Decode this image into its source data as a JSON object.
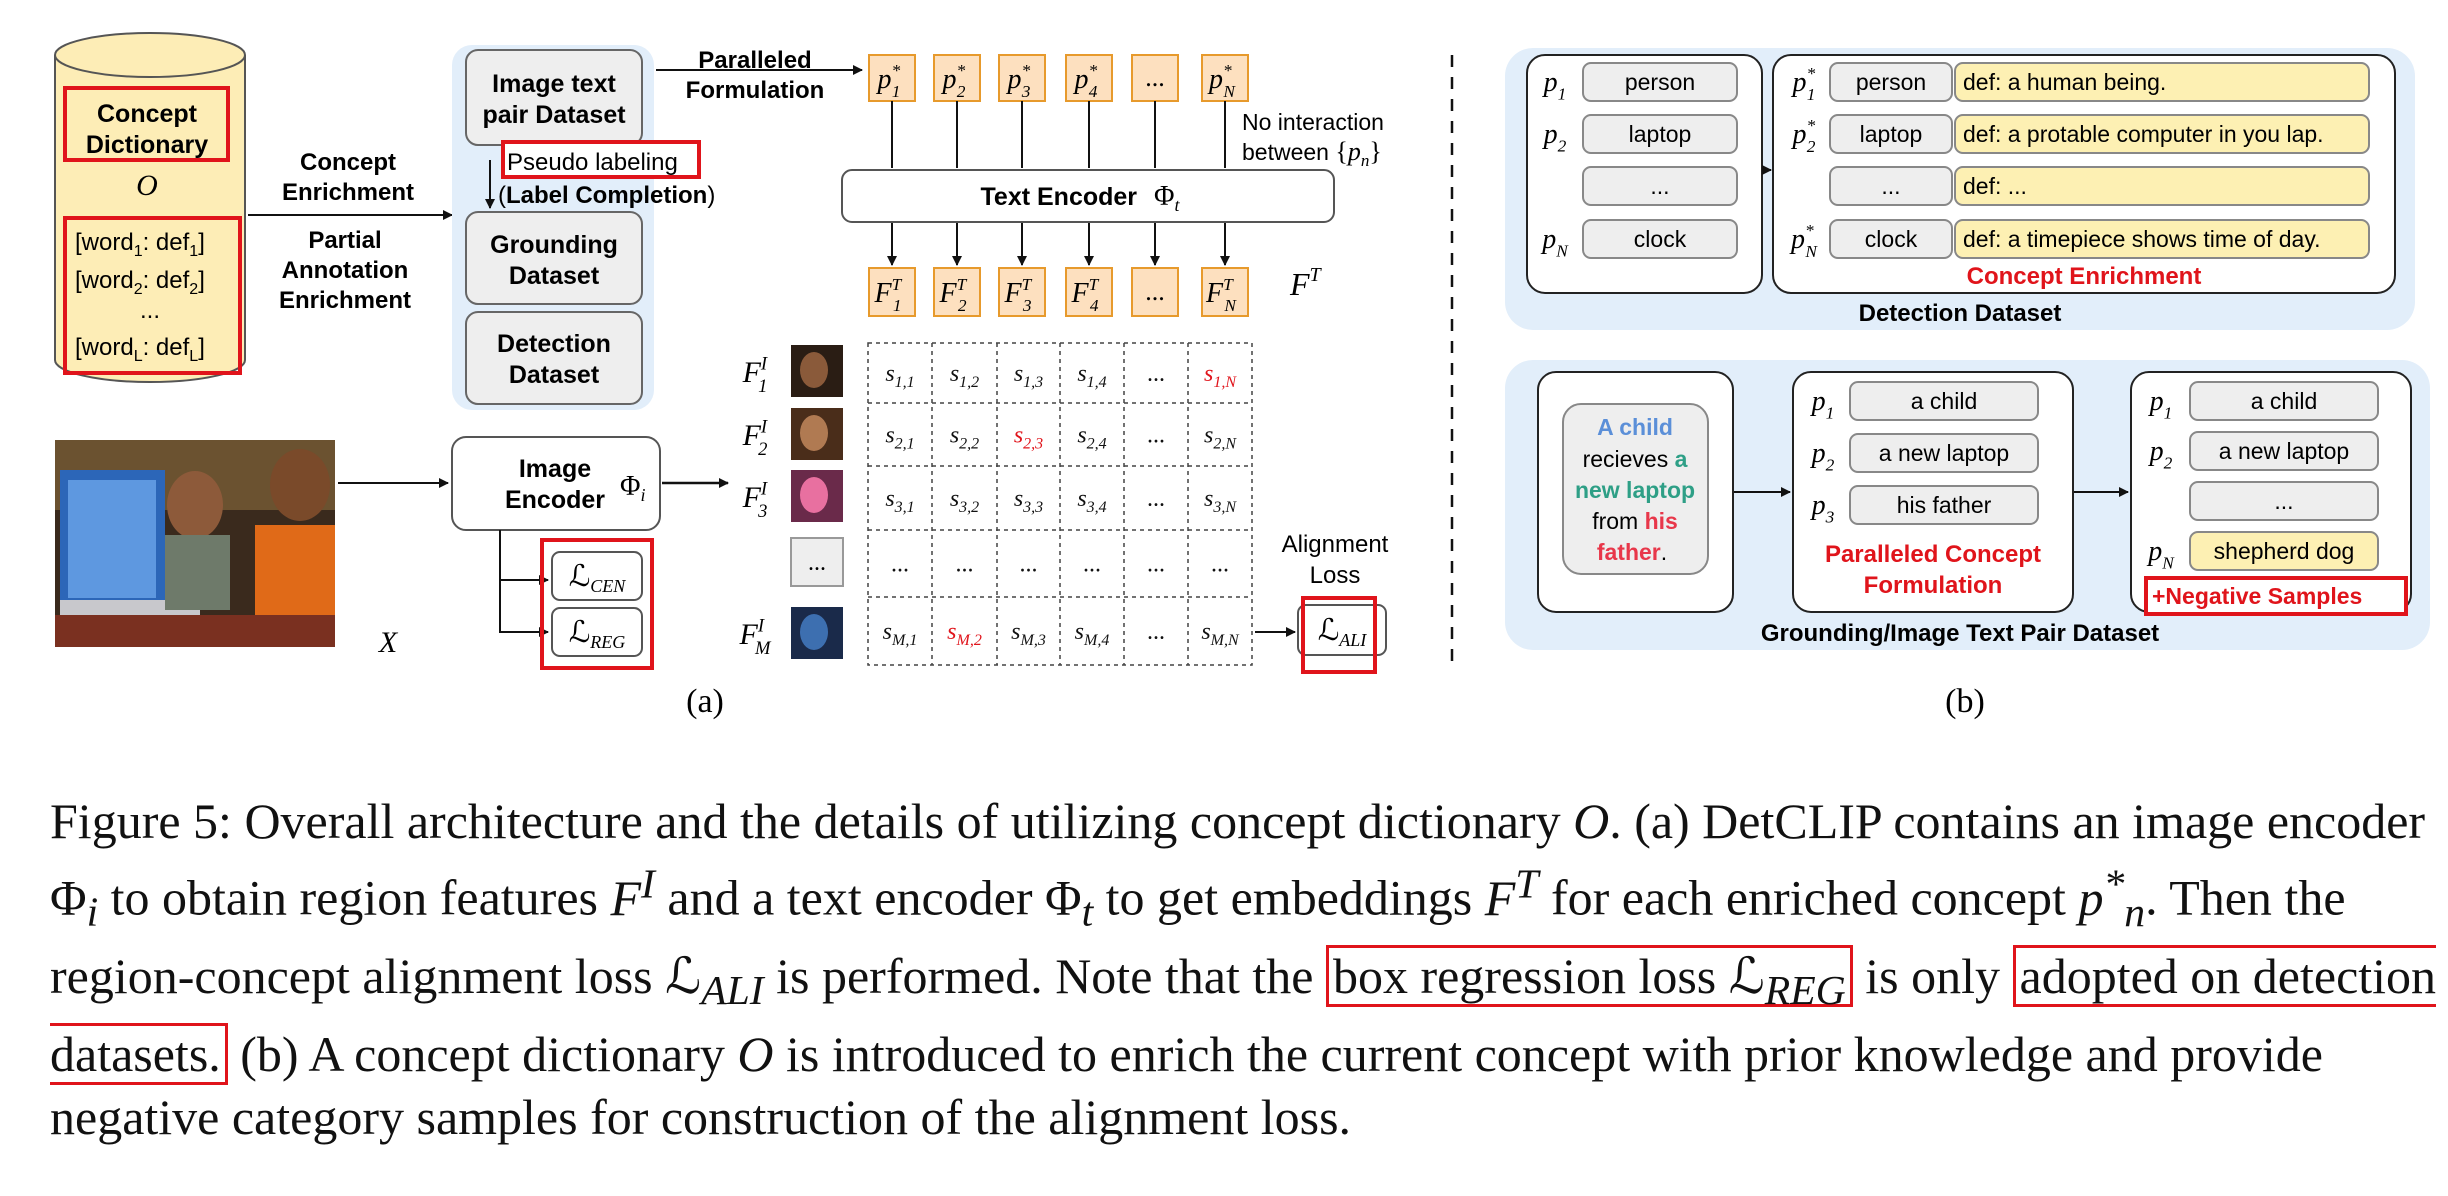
{
  "panel_a": {
    "dictionary": {
      "title": "Concept Dictionary",
      "symbol": "O",
      "entries": [
        "[word1: def1]",
        "[word2: def2]",
        "...",
        "[wordL: defL]"
      ]
    },
    "flow_labels": {
      "concept_enrichment": [
        "Concept",
        "Enrichment"
      ],
      "partial_annotation": [
        "Partial",
        "Annotation",
        "Enrichment"
      ],
      "paralleled_formulation": [
        "Paralleled",
        "Formulation"
      ],
      "no_interaction": "No interaction",
      "between": "between",
      "pn_set": "{pn}"
    },
    "datasets": {
      "image_text_pair": [
        "Image text",
        "pair Dataset"
      ],
      "pseudo_labeling": "Pseudo labeling",
      "label_completion": "(Label Completion)",
      "grounding": [
        "Grounding",
        "Dataset"
      ],
      "detection": [
        "Detection",
        "Dataset"
      ]
    },
    "text_encoder": {
      "label": "Text Encoder",
      "symbol": "Φt"
    },
    "image_encoder": {
      "label": [
        "Image",
        "Encoder"
      ],
      "symbol": "Φi"
    },
    "prompts": [
      "p*1",
      "p*2",
      "p*3",
      "p*4",
      "...",
      "p*N"
    ],
    "text_features": [
      "FT1",
      "FT2",
      "FT3",
      "FT4",
      "...",
      "FTN"
    ],
    "text_feature_set": "FT",
    "image_features": [
      "FI1",
      "FI2",
      "FI3",
      "...",
      "FIM"
    ],
    "input_symbol": "X",
    "losses": {
      "cen": "LCEN",
      "reg": "LREG",
      "ali": "LALI"
    },
    "alignment_loss_label": [
      "Alignment",
      "Loss"
    ],
    "score_matrix": [
      [
        "s1,1",
        "s1,2",
        "s1,3",
        "s1,4",
        "...",
        "s1,N"
      ],
      [
        "s2,1",
        "s2,2",
        "s2,3",
        "s2,4",
        "...",
        "s2,N"
      ],
      [
        "s3,1",
        "s3,2",
        "s3,3",
        "s3,4",
        "...",
        "s3,N"
      ],
      [
        "...",
        "...",
        "...",
        "...",
        "...",
        "..."
      ],
      [
        "sM,1",
        "sM,2",
        "sM,3",
        "sM,4",
        "...",
        "sM,N"
      ]
    ],
    "highlighted_scores": [
      "s1,N",
      "s2,3",
      "sM,2"
    ],
    "sub_label": "(a)"
  },
  "panel_b": {
    "detection": {
      "concepts": [
        {
          "p": "p1",
          "word": "person"
        },
        {
          "p": "p2",
          "word": "laptop"
        },
        {
          "p": "",
          "word": "..."
        },
        {
          "p": "pN",
          "word": "clock"
        }
      ],
      "enriched": [
        {
          "p": "p*1",
          "word": "person",
          "def": "def: a human being."
        },
        {
          "p": "p*2",
          "word": "laptop",
          "def": "def: a protable computer in you lap."
        },
        {
          "p": "",
          "word": "...",
          "def": "def: ..."
        },
        {
          "p": "p*N",
          "word": "clock",
          "def": "def: a timepiece shows time of day."
        }
      ],
      "enrichment_label": "Concept Enrichment",
      "dataset_label": "Detection Dataset"
    },
    "grounding": {
      "sentence": [
        "A child",
        "recieves",
        "a",
        "new laptop",
        "from",
        "his",
        "father",
        "."
      ],
      "phrases": [
        {
          "p": "p1",
          "text": "a child"
        },
        {
          "p": "p2",
          "text": "a new laptop"
        },
        {
          "p": "p3",
          "text": "his father"
        }
      ],
      "formulation_label": [
        "Paralleled Concept",
        "Formulation"
      ],
      "final": [
        {
          "p": "p1",
          "text": "a child"
        },
        {
          "p": "p2",
          "text": "a new laptop"
        },
        {
          "p": "",
          "text": "..."
        },
        {
          "p": "pN",
          "text": "shepherd dog"
        }
      ],
      "negative_label": "+Negative Samples",
      "dataset_label": "Grounding/Image Text Pair Dataset"
    },
    "sub_label": "(b)"
  },
  "caption": {
    "figure": "Figure 5:",
    "s1": "Overall architecture and the details of utilizing concept dictionary",
    "O": "O",
    "s2": ". (a) DetCLIP contains an image encoder",
    "phi_i": "Φi",
    "s3": "to obtain region features",
    "FI": "FI",
    "s4": "and a text encoder",
    "phi_t": "Φt",
    "s5": "to get embeddings",
    "FT": "FT",
    "s6": "for each enriched concept",
    "pn": "p*n",
    "s7": ". Then the region-concept alignment loss",
    "LALI": "LALI",
    "s8": "is performed. Note that the",
    "box_reg": "box regression loss",
    "LREG": "LREG",
    "s9": "is only",
    "adopted": "adopted on detection datasets.",
    "s10": "(b) A concept dictionary",
    "s11": "is introduced to enrich the current concept with prior knowledge and provide negative category samples for construction of the alignment loss."
  },
  "colors": {
    "highlight_red": "#e0141b",
    "light_blue": "#e2eefa",
    "cylinder": "#fdedb6",
    "prompt_orange": "#fde0bf",
    "def_yellow": "#fdf0b3",
    "blue_text": "#5b8fd8",
    "teal_text": "#2e9f86",
    "red_text": "#e8374a"
  }
}
